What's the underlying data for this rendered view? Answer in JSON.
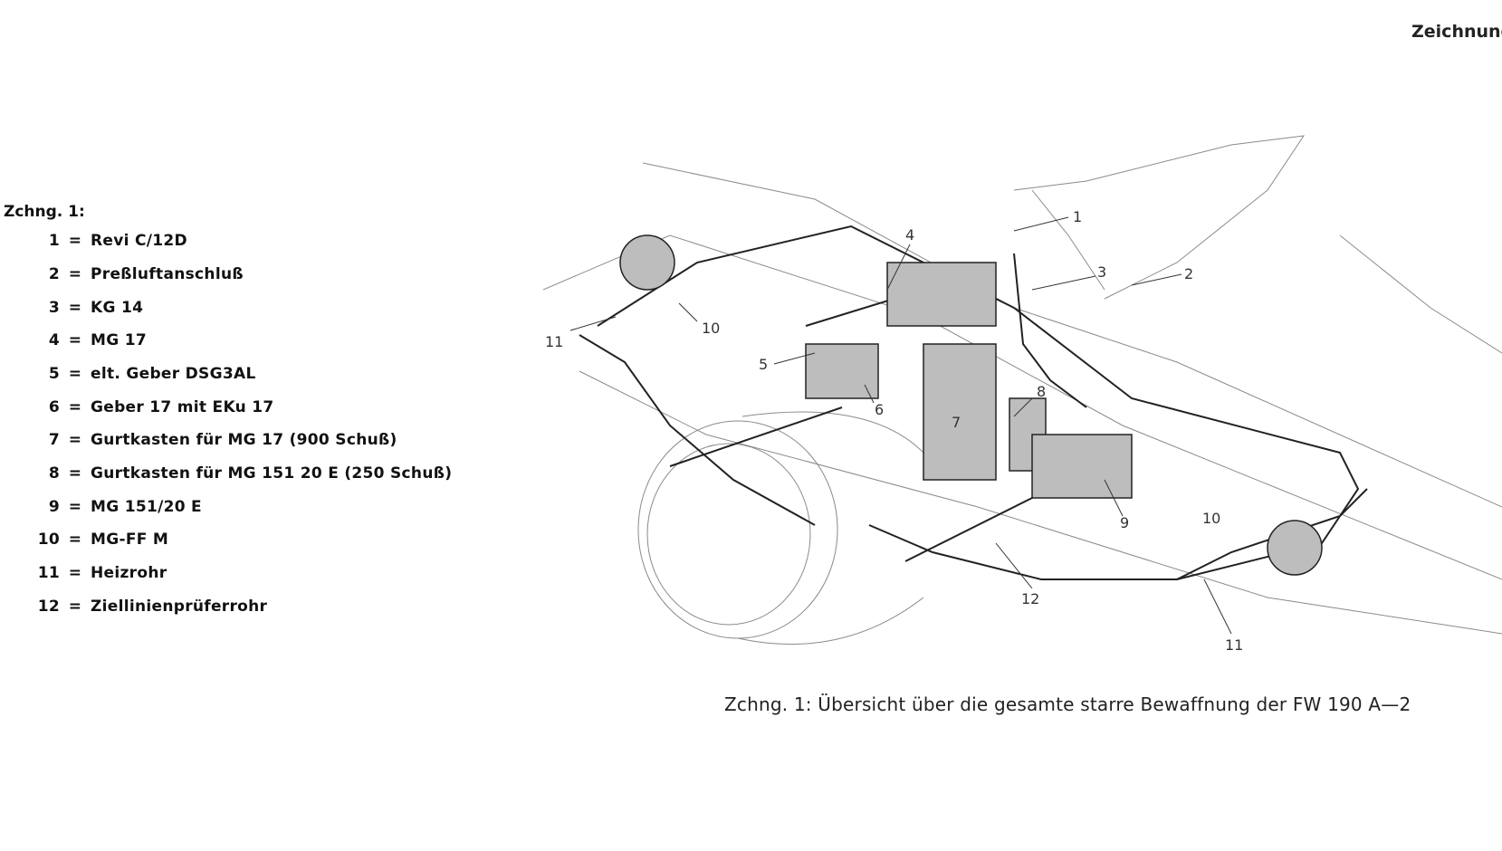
{
  "corner_label": "Zeichnung",
  "legend": {
    "heading": "Zchng. 1:",
    "items": [
      {
        "num": "1",
        "text": "Revi  C/12D"
      },
      {
        "num": "2",
        "text": "Preßluftanschluß"
      },
      {
        "num": "3",
        "text": "KG 14"
      },
      {
        "num": "4",
        "text": "MG 17"
      },
      {
        "num": "5",
        "text": "elt. Geber  DSG3AL"
      },
      {
        "num": "6",
        "text": "Geber  17  mit  EKu 17"
      },
      {
        "num": "7",
        "text": "Gurtkasten  für  MG 17 (900 Schuß)"
      },
      {
        "num": "8",
        "text": "Gurtkasten  für  MG 151  20 E  (250 Schuß)"
      },
      {
        "num": "9",
        "text": "MG 151/20 E"
      },
      {
        "num": "10",
        "text": "MG-FF  M"
      },
      {
        "num": "11",
        "text": "Heizrohr"
      },
      {
        "num": "12",
        "text": "Ziellinienprüferrohr"
      }
    ]
  },
  "diagram": {
    "callouts": [
      "1",
      "2",
      "3",
      "4",
      "5",
      "6",
      "7",
      "8",
      "9",
      "10",
      "10",
      "11",
      "11",
      "12"
    ]
  },
  "caption": "Zchng. 1: Übersicht über die gesamte starre Bewaffnung der FW 190 A—2"
}
